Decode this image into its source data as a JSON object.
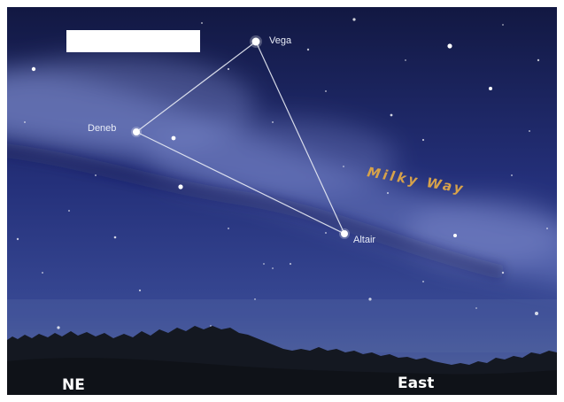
{
  "scene": {
    "stars": [
      {
        "name": "Vega",
        "label": "Vega"
      },
      {
        "name": "Deneb",
        "label": "Deneb"
      },
      {
        "name": "Altair",
        "label": "Altair"
      }
    ],
    "band_label": "Milky Way",
    "directions": [
      "NE",
      "East"
    ],
    "colors": {
      "sky_top": "#141a45",
      "sky_mid": "#2a3780",
      "sky_low": "#3f4f9a",
      "milky_way": "#8a98d6",
      "horizon": "#4a5d9c",
      "ground": "#161a22",
      "triangle_line": "#e9ecf5",
      "label_gold": "#d7a24a"
    }
  }
}
